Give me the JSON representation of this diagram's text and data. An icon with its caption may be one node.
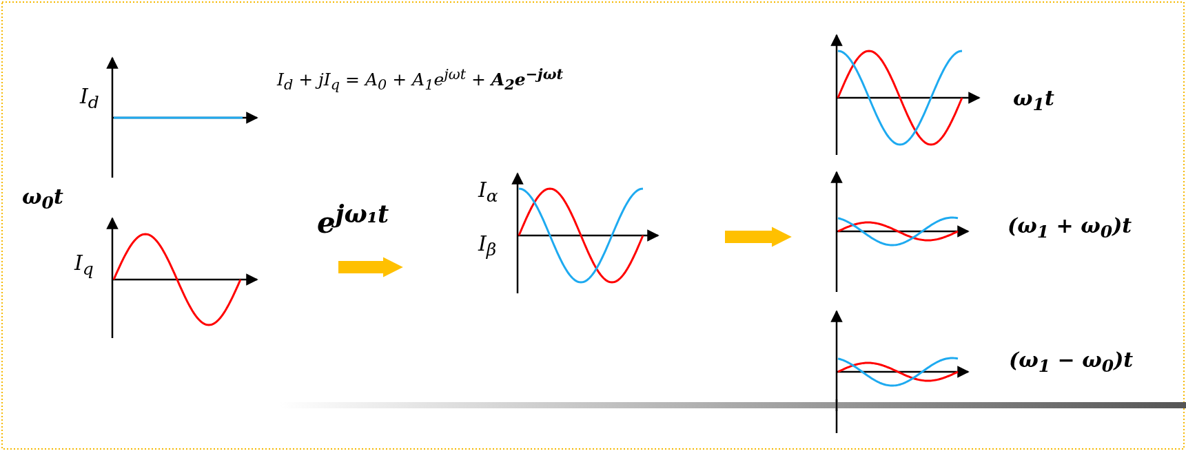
{
  "diagram": {
    "nodes": [
      {
        "text": [],
        "shape": "picture",
        "beside": [
          "I$_{d}$",
          "ω$_{0}$t",
          "I$_{q}$"
        ]
      },
      {
        "text": [
          "I$_{α}$",
          "I$_{β}$"
        ]
      },
      {
        "text": [],
        "shape": "picture",
        "beside": [
          "ω$_{1}$t",
          "(ω$_{1}$ + ω$_{0}$)t",
          "(ω$_{1}$ − ω$_{0}$)t"
        ]
      }
    ],
    "edges": [
      {
        "from": 0,
        "to": 1,
        "arrow": "to"
      },
      {
        "from": 1,
        "to": 2,
        "arrow": "to"
      }
    ],
    "labels": [
      "I$_{d}$ + jI$_{q}$ = A$_{0}$ + A$_{1}$e$^{jωt}$ + **A$_{2}$e$^{−jωt}$**",
      "e$^{jω₁t}$"
    ]
  }
}
